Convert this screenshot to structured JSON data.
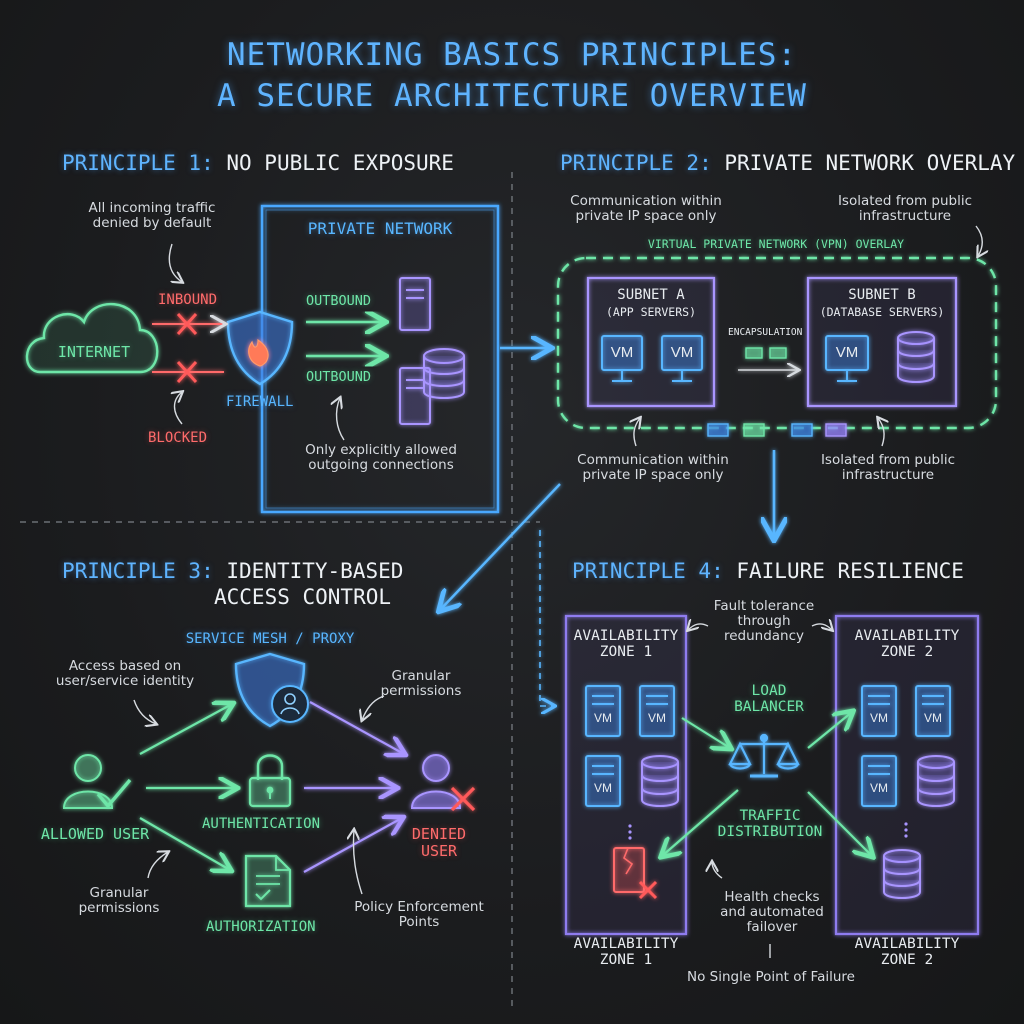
{
  "title": {
    "line1": "NETWORKING BASICS PRINCIPLES:",
    "line2": "A SECURE ARCHITECTURE OVERVIEW"
  },
  "p1": {
    "num": "PRINCIPLE 1:",
    "name": "NO PUBLIC EXPOSURE",
    "note_top": "All incoming traffic denied by default",
    "private_network": "PRIVATE NETWORK",
    "inbound": "INBOUND",
    "blocked": "BLOCKED",
    "internet": "INTERNET",
    "firewall": "FIREWALL",
    "outbound1": "OUTBOUND",
    "outbound2": "OUTBOUND",
    "note_bottom": "Only explicitly allowed outgoing connections"
  },
  "p2": {
    "num": "PRINCIPLE 2:",
    "name": "PRIVATE NETWORK OVERLAY",
    "note_tl": "Communication within private IP space only",
    "note_tr": "Isolated from public infrastructure",
    "vpn": "VIRTUAL PRIVATE NETWORK (VPN) OVERLAY",
    "subnet_a": "SUBNET A",
    "subnet_a_sub": "(APP SERVERS)",
    "subnet_b": "SUBNET B",
    "subnet_b_sub": "(DATABASE SERVERS)",
    "encapsulation": "ENCAPSULATION",
    "vm": "VM",
    "note_bl": "Communication within private IP space only",
    "note_br": "Isolated from public infrastructure"
  },
  "p3": {
    "num": "PRINCIPLE 3:",
    "name1": "IDENTITY-BASED",
    "name2": "ACCESS CONTROL",
    "mesh": "SERVICE MESH / PROXY",
    "note_access": "Access based on user/service identity",
    "note_granular_tr": "Granular permissions",
    "note_granular_bl": "Granular permissions",
    "allowed": "ALLOWED USER",
    "denied": "DENIED USER",
    "authentication": "AUTHENTICATION",
    "authorization": "AUTHORIZATION",
    "note_pep": "Policy Enforcement Points"
  },
  "p4": {
    "num": "PRINCIPLE 4:",
    "name": "FAILURE RESILIENCE",
    "note_fault": "Fault tolerance through redundancy",
    "zone1": "AVAILABILITY ZONE 1",
    "zone2": "AVAILABILITY ZONE 2",
    "zone1_bottom": "AVAILABILITY ZONE 1",
    "zone2_bottom": "AVAILABILITY ZONE 2",
    "lb": "LOAD BALANCER",
    "traffic": "TRAFFIC DISTRIBUTION",
    "note_health": "Health checks and automated failover",
    "nspof": "No Single Point of Failure",
    "vm": "VM"
  },
  "colors": {
    "blue": "#58b6ff",
    "green": "#6ee6a8",
    "red": "#ff6b6b",
    "purple": "#9a86ff",
    "bg": "#1a1b1d"
  }
}
